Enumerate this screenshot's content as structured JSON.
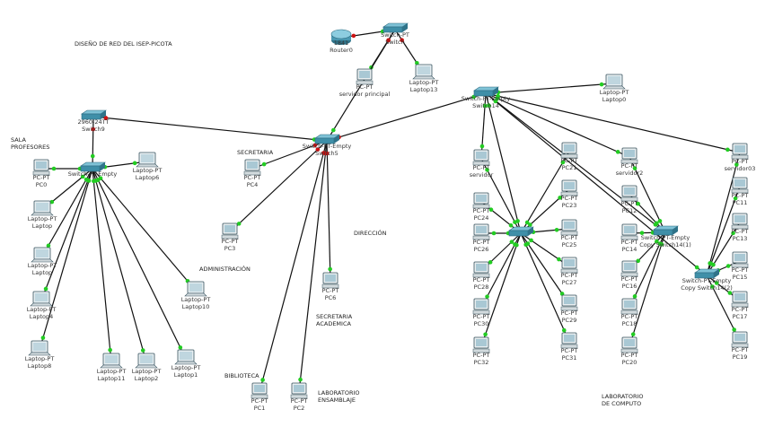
{
  "title": "DISEÑO DE RED DEL ISEP-PICOTA",
  "areas": [
    {
      "id": "sala",
      "lines": [
        "SALA",
        "PROFESORES"
      ]
    },
    {
      "id": "secretaria",
      "lines": [
        "SECRETARIA"
      ]
    },
    {
      "id": "administracion",
      "lines": [
        "ADMINISTRACIÓN"
      ]
    },
    {
      "id": "direccion",
      "lines": [
        "DIRECCIÓN"
      ]
    },
    {
      "id": "secacad",
      "lines": [
        "SECRETARIA",
        "ACADEMICA"
      ]
    },
    {
      "id": "biblioteca",
      "lines": [
        "BIBLIOTECA"
      ]
    },
    {
      "id": "labens",
      "lines": [
        "LABORATORIO",
        "ENSAMBLAJE"
      ]
    },
    {
      "id": "labcomp",
      "lines": [
        "LABORATORIO",
        "DE COMPUTO"
      ]
    }
  ],
  "nodes": [
    {
      "id": "router0",
      "type": "router",
      "lines": [
        "1841",
        "Router0"
      ]
    },
    {
      "id": "switch_top",
      "type": "switch",
      "lines": [
        "Switch-PT",
        "Switch"
      ]
    },
    {
      "id": "servidor_principal",
      "type": "pc",
      "lines": [
        "PC-PT",
        "servidor principal"
      ]
    },
    {
      "id": "laptop13",
      "type": "laptop",
      "lines": [
        "Laptop-PT",
        "Laptop13"
      ]
    },
    {
      "id": "switch9",
      "type": "switch",
      "lines": [
        "2960-24TT",
        "Switch9"
      ]
    },
    {
      "id": "switch5",
      "type": "switch",
      "lines": [
        "Switch-PT-Empty",
        "Switch5"
      ]
    },
    {
      "id": "switch14",
      "type": "switch",
      "lines": [
        "Switch-PT-Empty",
        "Switch14"
      ]
    },
    {
      "id": "laptop0",
      "type": "laptop",
      "lines": [
        "Laptop-PT",
        "Laptop0"
      ]
    },
    {
      "id": "switch_sala",
      "type": "switch",
      "lines": [
        "Switch-PT-Empty",
        ""
      ]
    },
    {
      "id": "pc0",
      "type": "pc",
      "lines": [
        "PC-PT",
        "PC0"
      ]
    },
    {
      "id": "laptop6",
      "type": "laptop",
      "lines": [
        "Laptop-PT",
        "Laptop6"
      ]
    },
    {
      "id": "laptop_a",
      "type": "laptop",
      "lines": [
        "Laptop-PT",
        "Laptop"
      ]
    },
    {
      "id": "laptop_b",
      "type": "laptop",
      "lines": [
        "Laptop-PT",
        "Laptop"
      ]
    },
    {
      "id": "laptop4",
      "type": "laptop",
      "lines": [
        "Laptop-PT",
        "Laptop4"
      ]
    },
    {
      "id": "laptop8",
      "type": "laptop",
      "lines": [
        "Laptop-PT",
        "Laptop8"
      ]
    },
    {
      "id": "laptop11",
      "type": "laptop",
      "lines": [
        "Laptop-PT",
        "Laptop11"
      ]
    },
    {
      "id": "laptop2",
      "type": "laptop",
      "lines": [
        "Laptop-PT",
        "Laptop2"
      ]
    },
    {
      "id": "laptop1",
      "type": "laptop",
      "lines": [
        "Laptop-PT",
        "Laptop1"
      ]
    },
    {
      "id": "laptop10",
      "type": "laptop",
      "lines": [
        "Laptop-PT",
        "Laptop10"
      ]
    },
    {
      "id": "pc4",
      "type": "pc",
      "lines": [
        "PC-PT",
        "PC4"
      ]
    },
    {
      "id": "pc3",
      "type": "pc",
      "lines": [
        "PC-PT",
        "PC3"
      ]
    },
    {
      "id": "pc6",
      "type": "pc",
      "lines": [
        "PC-PT",
        "PC6"
      ]
    },
    {
      "id": "pc1",
      "type": "pc",
      "lines": [
        "PC-PT",
        "PC1"
      ]
    },
    {
      "id": "pc2",
      "type": "pc",
      "lines": [
        "PC-PT",
        "PC2"
      ]
    },
    {
      "id": "servidor",
      "type": "pc",
      "lines": [
        "PC-PT",
        "servidor"
      ]
    },
    {
      "id": "switch_labA",
      "type": "switch",
      "lines": [
        "",
        ""
      ]
    },
    {
      "id": "pc24",
      "type": "pc",
      "lines": [
        "PC-PT",
        "PC24"
      ]
    },
    {
      "id": "pc26",
      "type": "pc",
      "lines": [
        "PC-PT",
        "PC26"
      ]
    },
    {
      "id": "pc28",
      "type": "pc",
      "lines": [
        "PC-PT",
        "PC28"
      ]
    },
    {
      "id": "pc30",
      "type": "pc",
      "lines": [
        "PC-PT",
        "PC30"
      ]
    },
    {
      "id": "pc32",
      "type": "pc",
      "lines": [
        "PC-PT",
        "PC32"
      ]
    },
    {
      "id": "pc21",
      "type": "pc",
      "lines": [
        "PC-PT",
        "PC21"
      ]
    },
    {
      "id": "pc23",
      "type": "pc",
      "lines": [
        "PC-PT",
        "PC23"
      ]
    },
    {
      "id": "pc25",
      "type": "pc",
      "lines": [
        "PC-PT",
        "PC25"
      ]
    },
    {
      "id": "pc27",
      "type": "pc",
      "lines": [
        "PC-PT",
        "PC27"
      ]
    },
    {
      "id": "pc29",
      "type": "pc",
      "lines": [
        "PC-PT",
        "PC29"
      ]
    },
    {
      "id": "pc31",
      "type": "pc",
      "lines": [
        "PC-PT",
        "PC31"
      ]
    },
    {
      "id": "servidor2",
      "type": "pc",
      "lines": [
        "PC-PT",
        "servidor2"
      ]
    },
    {
      "id": "switch14_1",
      "type": "switch",
      "lines": [
        "Switch-PT-Empty",
        "Copy Switch14(1)"
      ]
    },
    {
      "id": "pc12",
      "type": "pc",
      "lines": [
        "PC-PT",
        "PC12"
      ]
    },
    {
      "id": "pc14",
      "type": "pc",
      "lines": [
        "PC-PT",
        "PC14"
      ]
    },
    {
      "id": "pc16",
      "type": "pc",
      "lines": [
        "PC-PT",
        "PC16"
      ]
    },
    {
      "id": "pc18",
      "type": "pc",
      "lines": [
        "PC-PT",
        "PC18"
      ]
    },
    {
      "id": "pc20",
      "type": "pc",
      "lines": [
        "PC-PT",
        "PC20"
      ]
    },
    {
      "id": "servidor03",
      "type": "pc",
      "lines": [
        "PC-PT",
        "servidor03"
      ]
    },
    {
      "id": "switch14_2",
      "type": "switch",
      "lines": [
        "Switch-PT-Empty",
        "Copy Switch14(2)"
      ]
    },
    {
      "id": "pc11",
      "type": "pc",
      "lines": [
        "PC-PT",
        "PC11"
      ]
    },
    {
      "id": "pc13",
      "type": "pc",
      "lines": [
        "PC-PT",
        "PC13"
      ]
    },
    {
      "id": "pc15",
      "type": "pc",
      "lines": [
        "PC-PT",
        "PC15"
      ]
    },
    {
      "id": "pc17",
      "type": "pc",
      "lines": [
        "PC-PT",
        "PC17"
      ]
    },
    {
      "id": "pc19",
      "type": "pc",
      "lines": [
        "PC-PT",
        "PC19"
      ]
    }
  ],
  "links": [
    [
      "router0",
      "switch_top"
    ],
    [
      "switch_top",
      "servidor_principal"
    ],
    [
      "switch_top",
      "laptop13"
    ],
    [
      "switch_top",
      "switch5"
    ],
    [
      "switch9",
      "switch5"
    ],
    [
      "switch9",
      "switch_sala"
    ],
    [
      "switch5",
      "switch14"
    ],
    [
      "switch14",
      "laptop0"
    ],
    [
      "switch_sala",
      "pc0"
    ],
    [
      "switch_sala",
      "laptop6"
    ],
    [
      "switch_sala",
      "laptop_a"
    ],
    [
      "switch_sala",
      "laptop_b"
    ],
    [
      "switch_sala",
      "laptop4"
    ],
    [
      "switch_sala",
      "laptop8"
    ],
    [
      "switch_sala",
      "laptop11"
    ],
    [
      "switch_sala",
      "laptop2"
    ],
    [
      "switch_sala",
      "laptop1"
    ],
    [
      "switch_sala",
      "laptop10"
    ],
    [
      "switch5",
      "pc4"
    ],
    [
      "switch5",
      "pc3"
    ],
    [
      "switch5",
      "pc6"
    ],
    [
      "switch5",
      "pc1"
    ],
    [
      "switch5",
      "pc2"
    ],
    [
      "switch14",
      "servidor"
    ],
    [
      "switch14",
      "switch_labA"
    ],
    [
      "switch14",
      "servidor2"
    ],
    [
      "switch14",
      "switch14_1"
    ],
    [
      "switch14",
      "servidor03"
    ],
    [
      "switch14",
      "switch14_2"
    ],
    [
      "switch_labA",
      "servidor"
    ],
    [
      "switch_labA",
      "pc24"
    ],
    [
      "switch_labA",
      "pc26"
    ],
    [
      "switch_labA",
      "pc28"
    ],
    [
      "switch_labA",
      "pc30"
    ],
    [
      "switch_labA",
      "pc32"
    ],
    [
      "switch_labA",
      "pc21"
    ],
    [
      "switch_labA",
      "pc23"
    ],
    [
      "switch_labA",
      "pc25"
    ],
    [
      "switch_labA",
      "pc27"
    ],
    [
      "switch_labA",
      "pc29"
    ],
    [
      "switch_labA",
      "pc31"
    ],
    [
      "switch14_1",
      "servidor2"
    ],
    [
      "switch14_1",
      "pc12"
    ],
    [
      "switch14_1",
      "pc14"
    ],
    [
      "switch14_1",
      "pc16"
    ],
    [
      "switch14_1",
      "pc18"
    ],
    [
      "switch14_1",
      "pc20"
    ],
    [
      "switch14_2",
      "servidor03"
    ],
    [
      "switch14_2",
      "pc11"
    ],
    [
      "switch14_2",
      "pc13"
    ],
    [
      "switch14_2",
      "pc15"
    ],
    [
      "switch14_2",
      "pc17"
    ],
    [
      "switch14_2",
      "pc19"
    ]
  ],
  "colors": {
    "link": "#111111",
    "up": "#22cc22",
    "down": "#cc1111",
    "switch": "#3f8fa8",
    "pc": "#2f6f86"
  }
}
